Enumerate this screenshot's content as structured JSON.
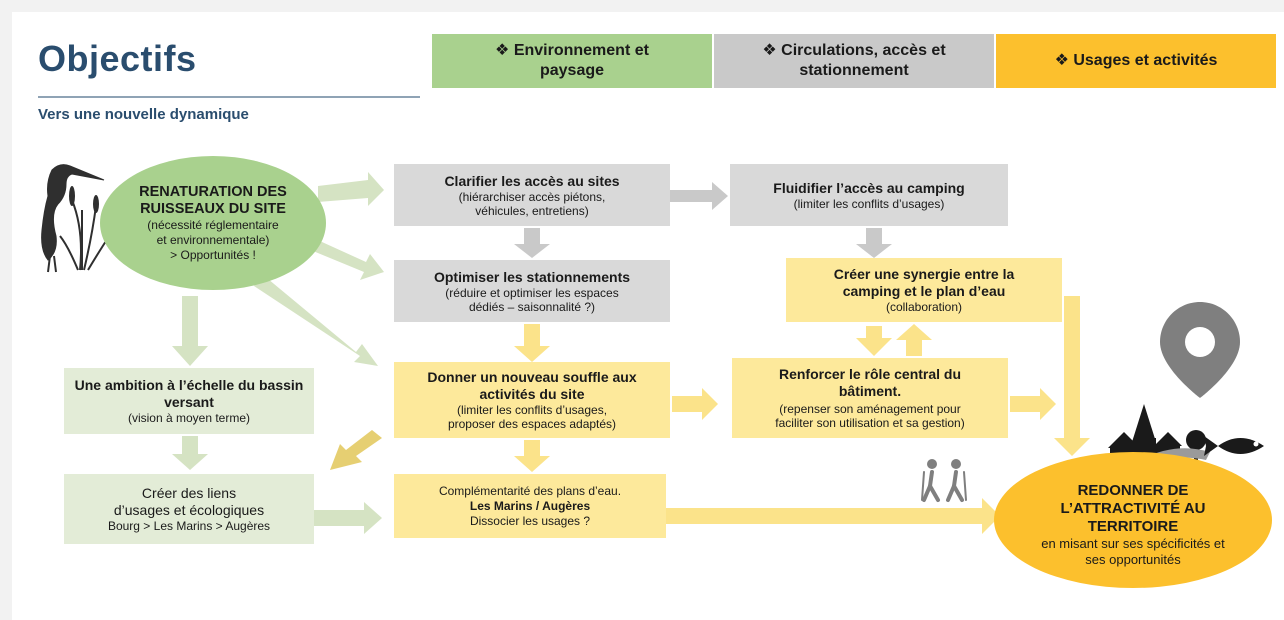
{
  "title": "Objectifs",
  "subtitle": "Vers une nouvelle dynamique",
  "headers": [
    {
      "label": "❖ Environnement et paysage",
      "color": "#a9d18e"
    },
    {
      "label": "❖ Circulations, accès et stationnement",
      "color": "#c9c9c9"
    },
    {
      "label": "❖ Usages et activités",
      "color": "#fcc02d"
    }
  ],
  "nodes": {
    "renaturation": {
      "title": "RENATURATION DES RUISSEAUX DU SITE",
      "lines": [
        "(nécessité réglementaire",
        "et environnementale)",
        "> Opportunités !"
      ]
    },
    "clarifier": {
      "title": "Clarifier les accès au sites",
      "lines": [
        "(hiérarchiser accès piétons,",
        "véhicules, entretiens)"
      ]
    },
    "optimiser": {
      "title": "Optimiser les stationnements",
      "lines": [
        "(réduire et optimiser les espaces",
        "dédiés – saisonnalité ?)"
      ]
    },
    "fluidifier": {
      "title": "Fluidifier l’accès au camping",
      "lines": [
        "(limiter les conflits d’usages)"
      ]
    },
    "synergie": {
      "title": "Créer une synergie entre la camping et le plan d’eau",
      "lines": [
        "(collaboration)"
      ]
    },
    "souffle": {
      "title": "Donner un nouveau souffle aux activités du site",
      "lines": [
        "(limiter les conflits d’usages,",
        "proposer des espaces adaptés)"
      ]
    },
    "renforcer": {
      "title": "Renforcer le rôle central du bâtiment.",
      "lines": [
        "(repenser son aménagement pour",
        "faciliter son utilisation et sa gestion)"
      ]
    },
    "ambition": {
      "title": "Une ambition à l’échelle du bassin versant",
      "lines": [
        "(vision à moyen terme)"
      ]
    },
    "liens": {
      "line1": "Créer des liens",
      "line2": "d’usages et écologiques",
      "line3": "Bourg > Les Marins > Augères"
    },
    "complementarite": {
      "line1": "Complémentarité des plans d’eau.",
      "line2": "Les Marins / Augères",
      "line3": "Dissocier les usages ?"
    },
    "attractivite": {
      "title": "REDONNER DE L’ATTRACTIVITÉ AU TERRITOIRE",
      "lines": [
        "en misant sur ses spécificités et",
        "ses opportunités"
      ]
    }
  },
  "colors": {
    "green_arrow": "#d5e3c3",
    "grey_arrow": "#c9c9c9",
    "yellow_arrow": "#fbe38a",
    "title": "#2a4d6e",
    "circle": "#fcc02d",
    "pin": "#7f7f7f"
  },
  "icons": [
    "heron-icon",
    "map-pin-icon",
    "village-icon",
    "fish-icon",
    "hikers-icon"
  ]
}
